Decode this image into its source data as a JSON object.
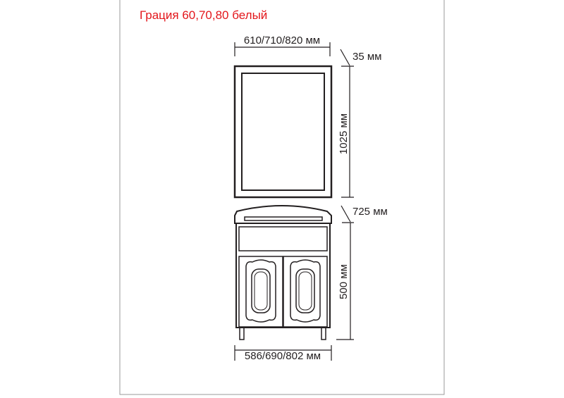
{
  "title": "Грация 60,70,80 белый",
  "mirror": {
    "width_label": "610/710/820 мм",
    "depth_label": "35 мм",
    "height_label": "1025 мм"
  },
  "cabinet": {
    "depth_label": "725 мм",
    "height_label": "500 мм",
    "width_label": "586/690/802 мм"
  },
  "colors": {
    "title": "#e3161b",
    "line": "#231f20"
  }
}
